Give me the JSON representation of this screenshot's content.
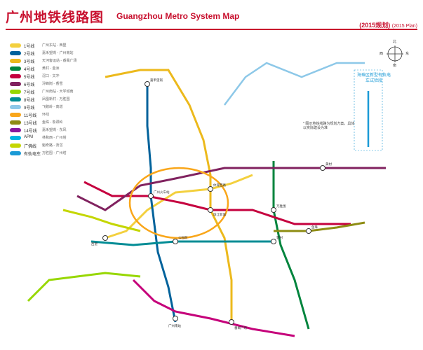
{
  "header": {
    "title_cn": "广州地铁线路图",
    "title_en": "Guangzhou Metro System Map",
    "plan_cn": "(2015规划)",
    "plan_en": "(2015 Plan)"
  },
  "colors": {
    "title": "#c8102e",
    "line1": "#f3d03e",
    "line2": "#00629b",
    "line3": "#ecb91c",
    "line4": "#00843d",
    "line5": "#c5003e",
    "line6": "#80225f",
    "line7": "#97d700",
    "line8": "#008c95",
    "line9": "#8dc8e8",
    "line11": "#f9a61a",
    "line13": "#8e8c13",
    "line14": "#87189d",
    "guangfo": "#c4d600",
    "apm": "#00b5e2",
    "tram": "#1a9ad6"
  },
  "legend": [
    {
      "name": "1号线",
      "desc": "广州东站 - 西塱",
      "color_key": "line1"
    },
    {
      "name": "2号线",
      "desc": "嘉禾望岗 - 广州南站",
      "color_key": "line2"
    },
    {
      "name": "3号线",
      "desc": "天河客运站 - 番禺广场",
      "color_key": "line3"
    },
    {
      "name": "4号线",
      "desc": "黄村 - 金洲",
      "color_key": "line4"
    },
    {
      "name": "5号线",
      "desc": "滘口 - 文冲",
      "color_key": "line5"
    },
    {
      "name": "6号线",
      "desc": "浔峰岗 - 香雪",
      "color_key": "line6"
    },
    {
      "name": "7号线",
      "desc": "广州南站 - 大学城南",
      "color_key": "line7"
    },
    {
      "name": "8号线",
      "desc": "凤凰新村 - 万胜围",
      "color_key": "line8"
    },
    {
      "name": "9号线",
      "desc": "飞鹅岭 - 高增",
      "color_key": "line9"
    },
    {
      "name": "11号线",
      "desc": "环线",
      "color_key": "line11"
    },
    {
      "name": "13号线",
      "desc": "鱼珠 - 象颈岭",
      "color_key": "line13"
    },
    {
      "name": "14号线",
      "desc": "嘉禾望岗 - 东风",
      "color_key": "line14"
    },
    {
      "name": "APM",
      "desc": "林和西 - 广州塔",
      "color_key": "apm"
    },
    {
      "name": "广佛线",
      "desc": "魁奇路 - 沥滘",
      "color_key": "guangfo"
    },
    {
      "name": "有轨电车",
      "desc": "万胜围 - 广州塔",
      "color_key": "tram"
    }
  ],
  "inset": {
    "title": "海珠区新型有轨电车试验段"
  },
  "note": "* 图示地铁线路为规划方案，具体以实际建设为准",
  "compass": {
    "north": "北",
    "south": "南",
    "east": "东",
    "west": "西"
  },
  "stations": [
    {
      "label": "嘉禾望岗"
    },
    {
      "label": "广州火车站"
    },
    {
      "label": "公园前"
    },
    {
      "label": "体育西路"
    },
    {
      "label": "珠江新城"
    },
    {
      "label": "客村"
    },
    {
      "label": "广州南站"
    },
    {
      "label": "番禺广场"
    },
    {
      "label": "万胜围"
    },
    {
      "label": "西塱"
    },
    {
      "label": "鱼珠"
    },
    {
      "label": "黄村"
    }
  ]
}
